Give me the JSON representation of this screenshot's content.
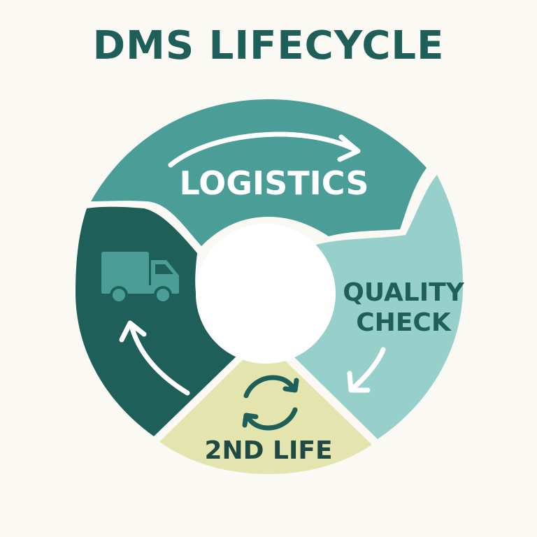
{
  "title": "DMS LIFECYCLE",
  "colors": {
    "background": "#fbf9f3",
    "title": "#1f5f59",
    "logistics": "#4a9e97",
    "quality_check": "#97d0cb",
    "second_life": "#e4e5ae",
    "transport": "#1f5f59",
    "divider": "#fbf9f3",
    "truck": "#4a9e97",
    "second_life_text": "#1f4a44",
    "quality_text": "#1f5f59",
    "logistics_text": "#ffffff"
  },
  "segments": {
    "logistics": {
      "label": "LOGISTICS"
    },
    "quality_check": {
      "line1": "QUALITY",
      "line2": "CHECK"
    },
    "second_life": {
      "label": "2ND LIFE"
    },
    "transport": {
      "icon": "truck-icon"
    }
  },
  "icons": {
    "arrows": [
      "curved-arrow-icon",
      "curved-arrow-icon",
      "curved-arrow-icon"
    ],
    "recycle": "recycle-icon"
  }
}
